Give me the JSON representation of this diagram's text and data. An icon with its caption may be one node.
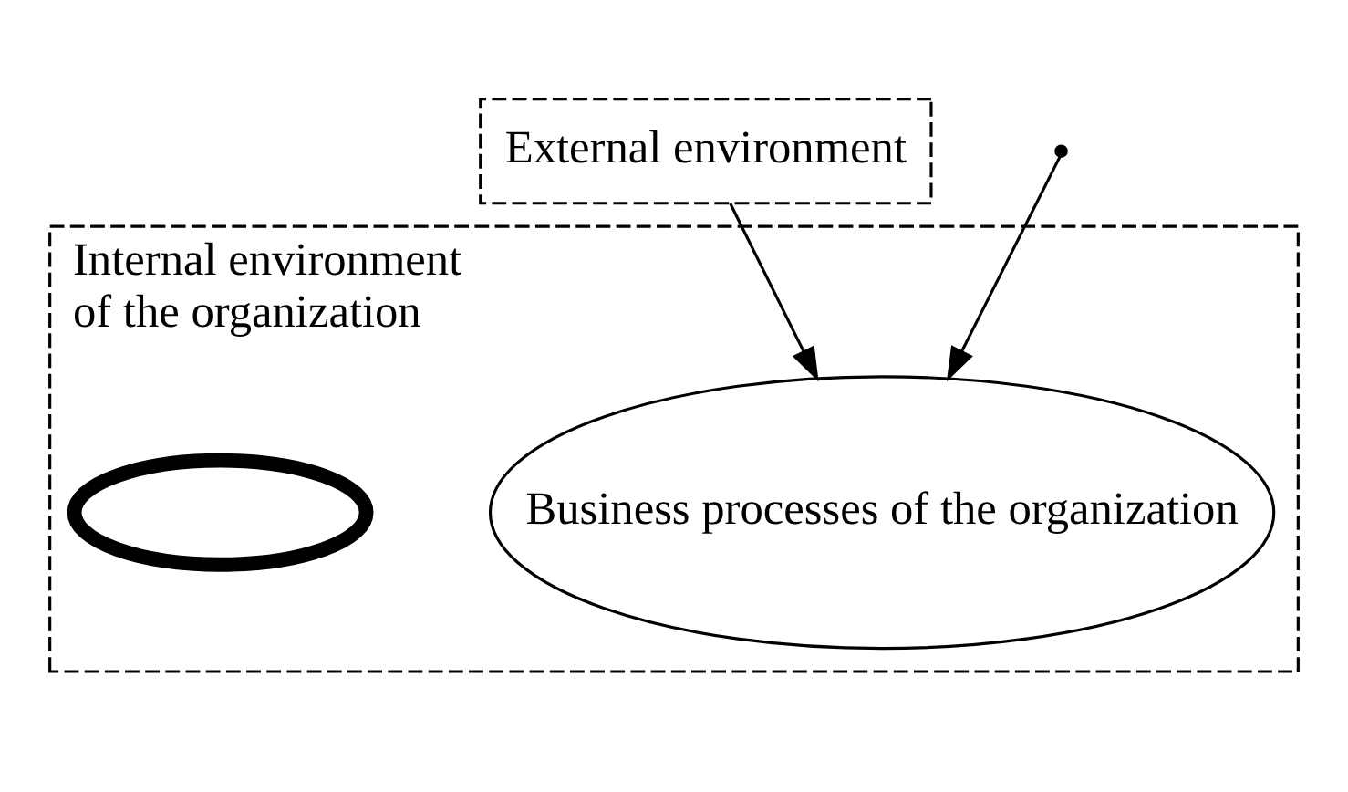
{
  "diagram": {
    "nodes": [
      {
        "text": [
          "External environment"
        ]
      },
      {
        "text": [
          "Internal environment of the organization"
        ]
      },
      {
        "text": [
          "Business processes of the organization"
        ],
        "in": 1
      },
      {
        "text": [],
        "shape": "ellipse",
        "in": 1
      }
    ],
    "edges": [
      {
        "from": 0,
        "to": 2,
        "arrow": "to"
      },
      {
        "from": null,
        "to": 2,
        "arrow": "to"
      }
    ]
  }
}
